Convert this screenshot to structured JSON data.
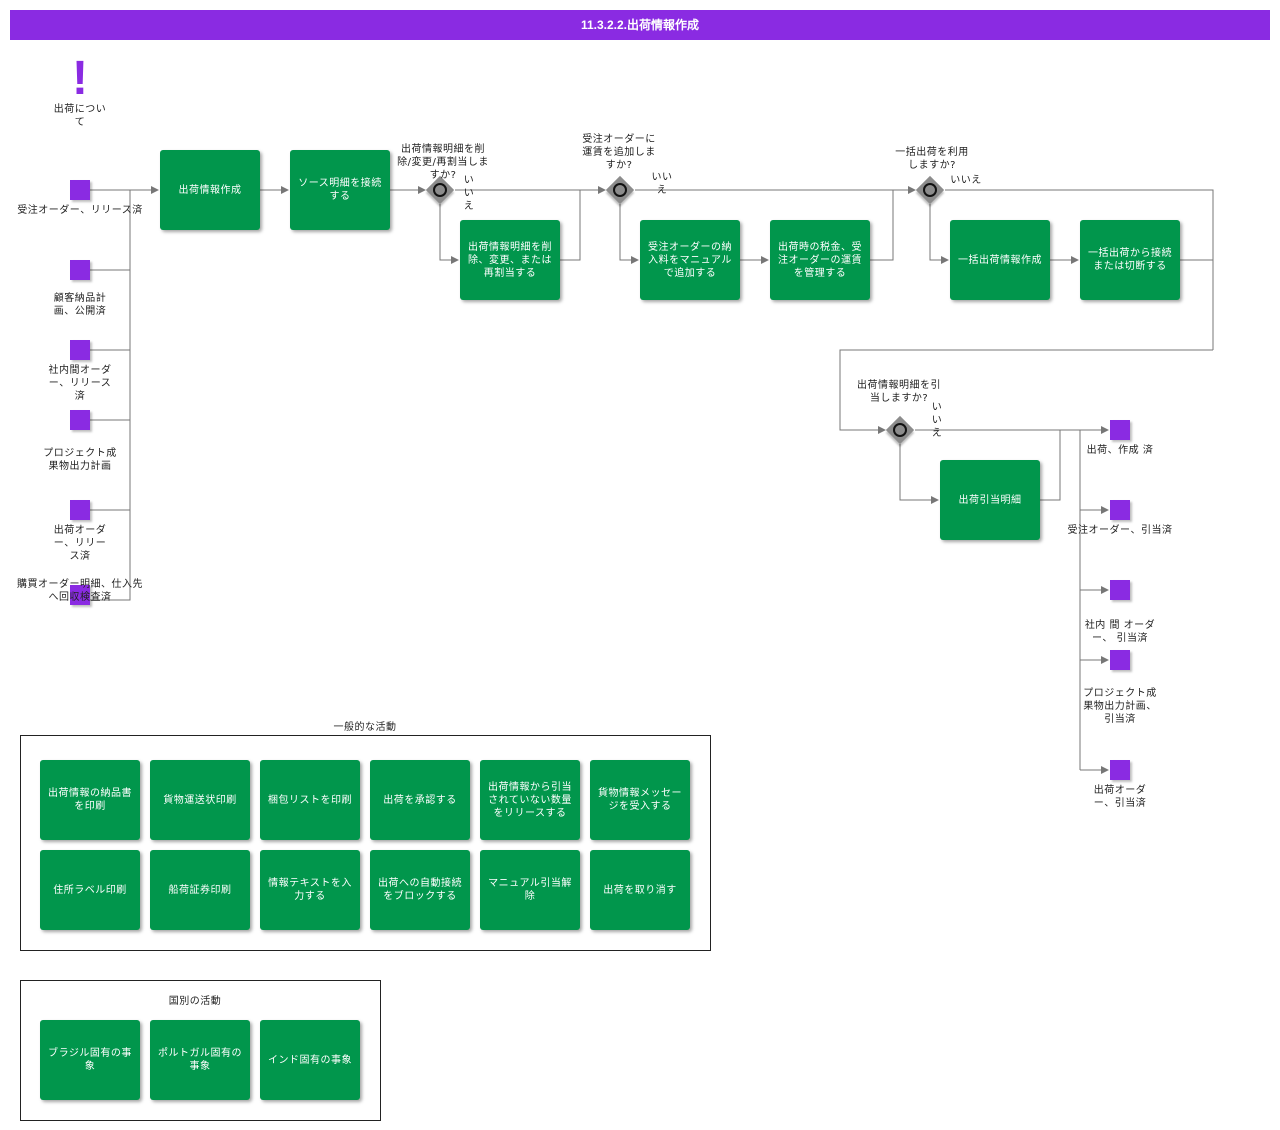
{
  "title": "11.3.2.2.出荷情報作成",
  "about": "出荷について",
  "colors": {
    "title_bar": "#8a2be2",
    "activity": "#01964c",
    "event": "#8a2be2",
    "gateway": "#8c8c8c"
  },
  "start_events": [
    "受注オーダー、リリース済",
    "顧客納品計画、公開済",
    "社内間オーダー、リリース済",
    "プロジェクト成果物出力計画",
    "出荷オーダー、リリース済",
    "購買オーダー明細、仕入先 へ回収検査済"
  ],
  "activities": {
    "create_shipment": "出荷情報作成",
    "connect_source": "ソース明細を接続する",
    "delete_change": "出荷情報明細を削除、変更、または再割当する",
    "add_freight": "受注オーダーの納入料をマニュアルで追加する",
    "manage_tax": "出荷時の税金、受注オーダーの運賃を管理する",
    "bulk_create": "一括出荷情報作成",
    "bulk_connect": "一括出荷から接続または切断する",
    "allocate_lines": "出荷引当明細"
  },
  "gateways": {
    "g1_question": "出荷情報明細を削除/変更/再割当しますか?",
    "g1_no": "いいえ",
    "g2_question": "受注オーダーに運賃を追加しますか?",
    "g2_no": "いいえ",
    "g3_question": "一括出荷を利用しますか?",
    "g3_no": "いいえ",
    "g4_question": "出荷情報明細を引当しますか?",
    "g4_no": "いいえ"
  },
  "end_events": [
    "出荷、作成 済",
    "受注オーダー、引当済",
    "社内 間 オーダー、 引当済",
    "プロジェクト成果物出力計画、引当済",
    "出荷オーダー、引当済"
  ],
  "general": {
    "title": "一般的な活動",
    "items": [
      "出荷情報の納品書を印刷",
      "貨物運送状印刷",
      "梱包リストを印刷",
      "出荷を承認する",
      "出荷情報から引当されていない数量をリリースする",
      "貨物情報メッセージを受入する",
      "住所ラベル印刷",
      "船荷証券印刷",
      "情報テキストを入力する",
      "出荷への自動接続をブロックする",
      "マニュアル引当解除",
      "出荷を取り消す"
    ]
  },
  "country": {
    "title": "国別の活動",
    "items": [
      "ブラジル固有の事象",
      "ポルトガル固有の事象",
      "インド固有の事象"
    ]
  }
}
